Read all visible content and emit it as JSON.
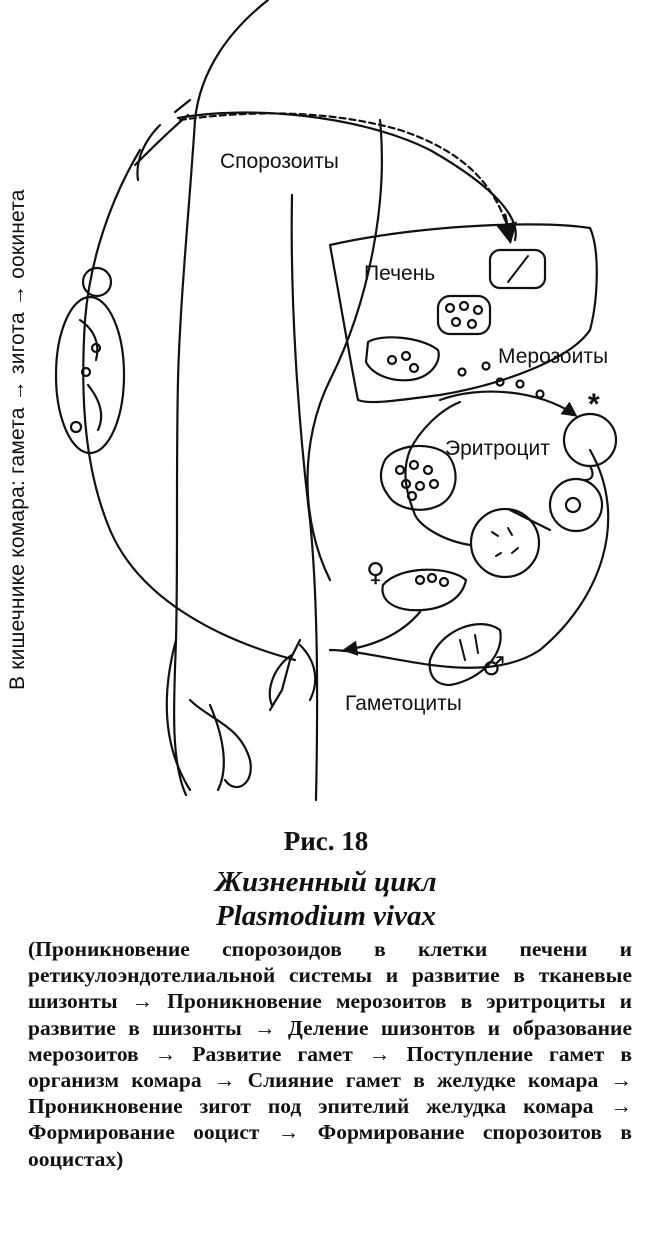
{
  "diagram": {
    "labels": {
      "sporozoites": "Спорозоиты",
      "liver": "Печень",
      "merozoites": "Мерозоиты",
      "erythrocyte": "Эритроцит",
      "gametocytes": "Гаметоциты",
      "asterisk": "*",
      "female_symbol": "♀",
      "male_symbol": "♂",
      "mosquito_gut": "В кишечнике комара: гамета → зигота → оокинета"
    }
  },
  "figure": {
    "number": "Рис. 18",
    "title_line1": "Жизненный цикл",
    "title_line2": "Plasmodium vivax",
    "caption": "(Проникновение спорозоидов в клетки печени и ретикулоэндотелиальной системы и развитие в тканевые шизонты → Проникновение мерозоитов в эритроциты и развитие в шизонты → Деление шизонтов и образование мерозоитов → Развитие гамет → Поступление гамет в организм комара → Слияние гамет в желудке комара → Проникновение зигот под эпителий желудка комара → Формирование ооцист → Формирование спорозоитов в ооцистах)"
  }
}
